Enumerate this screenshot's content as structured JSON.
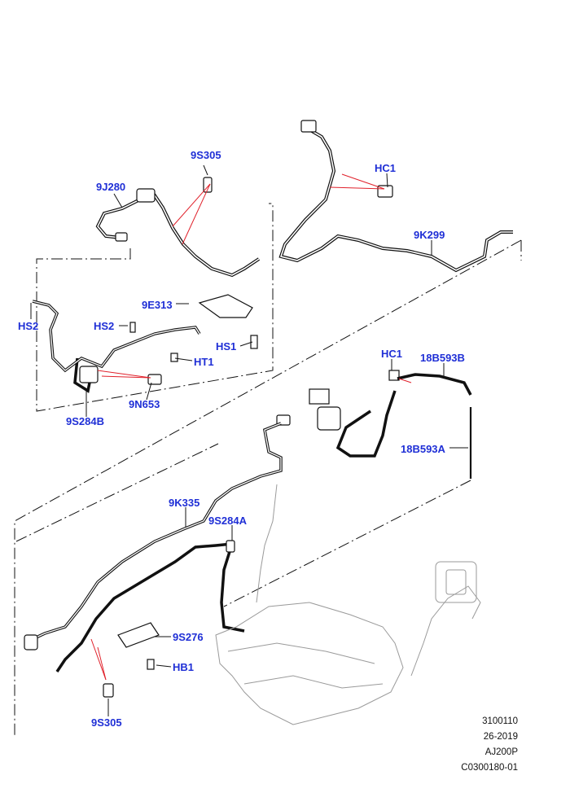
{
  "labels": {
    "9S305_top": "9S305",
    "9J280": "9J280",
    "HC1_top": "HC1",
    "9K299": "9K299",
    "HS2_left": "HS2",
    "HS2_mid": "HS2",
    "9E313": "9E313",
    "HS1": "HS1",
    "HT1": "HT1",
    "9N653": "9N653",
    "9S284B": "9S284B",
    "HC1_right": "HC1",
    "18B593B": "18B593B",
    "18B593A": "18B593A",
    "9K335": "9K335",
    "9S284A": "9S284A",
    "9S276": "9S276",
    "HB1": "HB1",
    "9S305_bottom": "9S305"
  },
  "meta": {
    "line1": "3100110",
    "line2": "26-2019",
    "line3": "AJ200P",
    "line4": "C0300180-01"
  },
  "colors": {
    "label": "#1f2fd6",
    "leader_red": "#e0202a",
    "line_black": "#111111",
    "ghost_gray": "#9a9a9a"
  }
}
